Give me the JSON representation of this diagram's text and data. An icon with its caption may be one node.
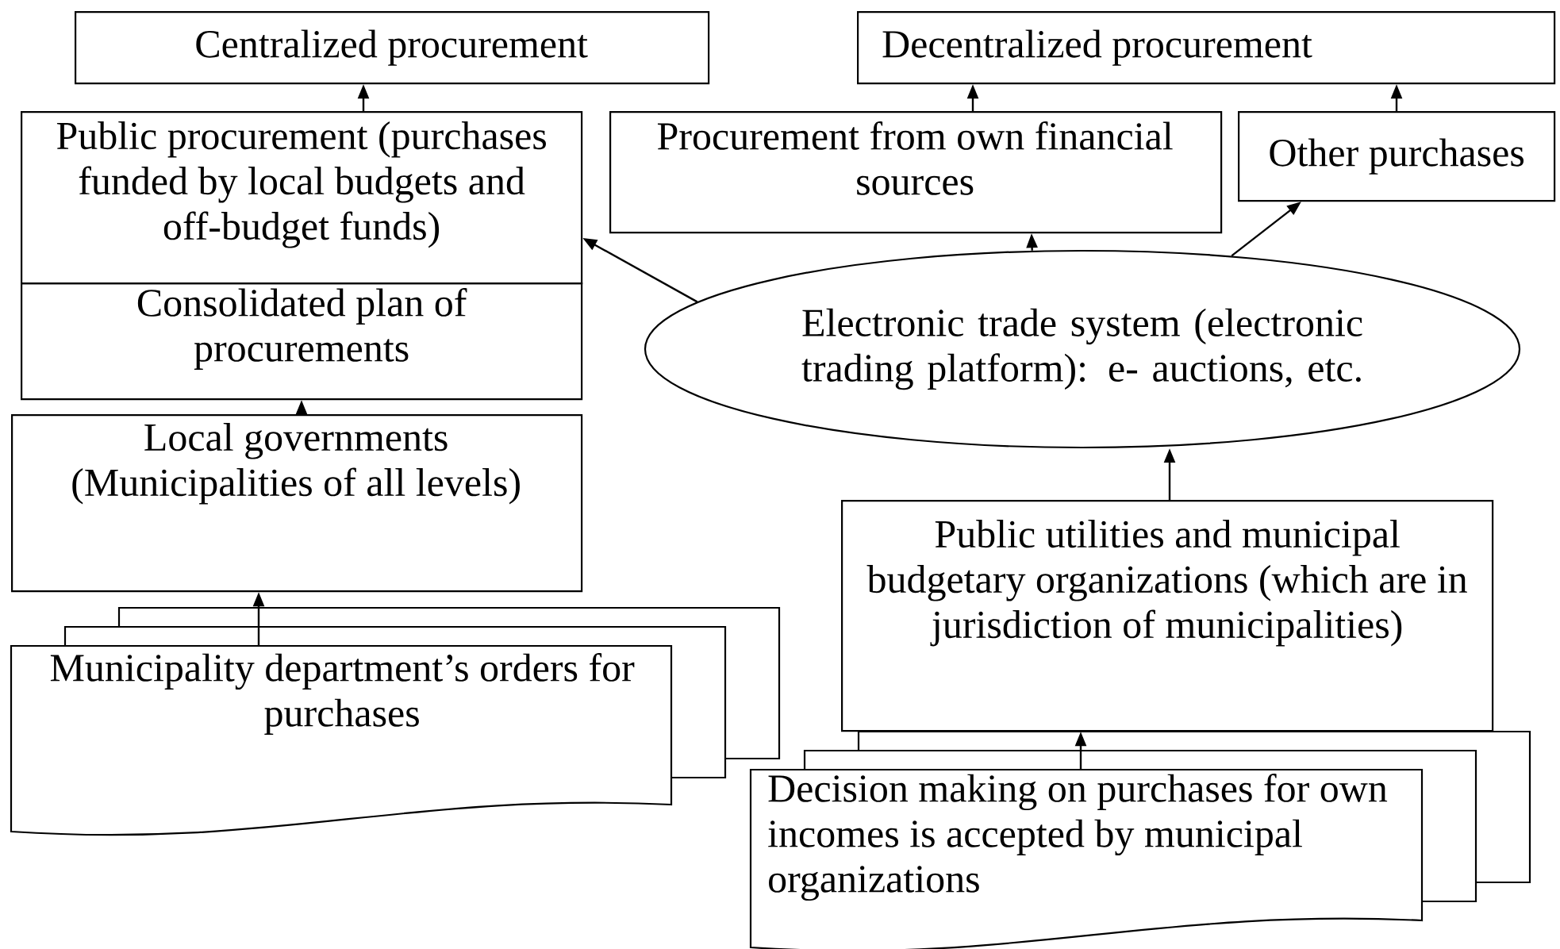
{
  "diagram": {
    "nodes": [
      {
        "text": [
          "Centralized procurement"
        ]
      },
      {
        "text": [
          "Decentralized procurement"
        ]
      },
      {
        "text": [
          "Public procurement (purchases funded by local budgets and off-budget funds)"
        ]
      },
      {
        "text": [
          "Procurement from own financial sources"
        ]
      },
      {
        "text": [
          "Other purchases"
        ]
      },
      {
        "text": [
          "Consolidated plan of procurements"
        ]
      },
      {
        "text": [
          "Electronic trade system (electronic trading platform): e- auctions, etc."
        ]
      },
      {
        "text": [
          "Local governments (Municipalities of all levels)"
        ]
      },
      {
        "text": [
          "Public utilities and municipal budgetary organizations (which are in jurisdiction of municipalities)"
        ]
      },
      {
        "text": [
          "Municipality department’s orders for purchases"
        ]
      },
      {
        "text": [
          "Decision making on purchases for own incomes is accepted by municipal organizations"
        ]
      }
    ],
    "edges": [
      {
        "from": 2,
        "to": 0,
        "arrow": "to"
      },
      {
        "from": 3,
        "to": 1,
        "arrow": "to"
      },
      {
        "from": 4,
        "to": 1,
        "arrow": "to"
      },
      {
        "from": 6,
        "to": 2,
        "arrow": "to"
      },
      {
        "from": 6,
        "to": 3,
        "arrow": "to"
      },
      {
        "from": 6,
        "to": 4,
        "arrow": "to"
      },
      {
        "from": 7,
        "to": 5,
        "arrow": "to"
      },
      {
        "from": 9,
        "to": 7,
        "arrow": "to"
      },
      {
        "from": 8,
        "to": 6,
        "arrow": "to"
      },
      {
        "from": 10,
        "to": 8,
        "arrow": "to"
      }
    ]
  }
}
